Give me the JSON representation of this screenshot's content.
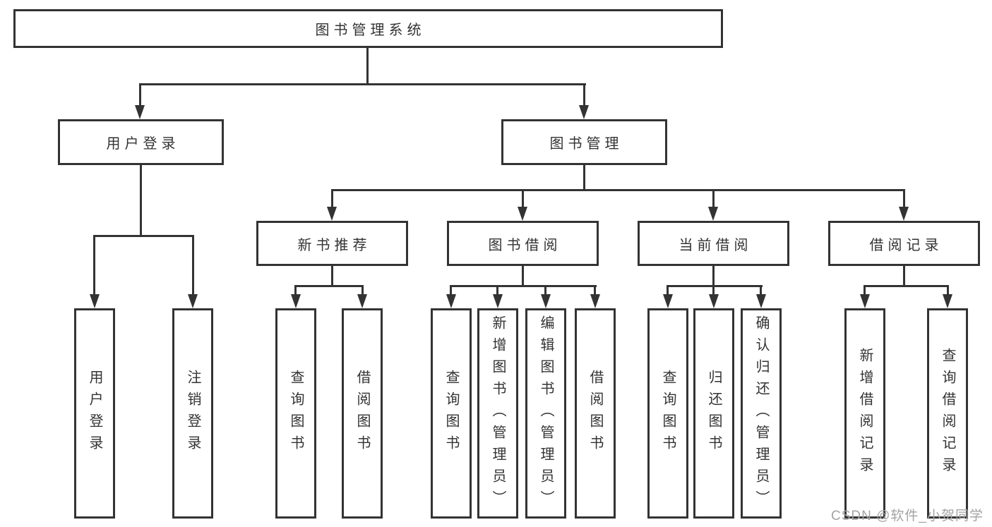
{
  "diagram": {
    "title": "图书管理系统",
    "level2": {
      "user_login": "用户登录",
      "book_mgmt": "图书管理"
    },
    "level3": {
      "new_book": "新书推荐",
      "book_borrow": "图书借阅",
      "current_borrow": "当前借阅",
      "borrow_record": "借阅记录"
    },
    "leaves": {
      "user_login_1": "用户登录",
      "user_login_2": "注销登录",
      "new_book_1": "查询图书",
      "new_book_2": "借阅图书",
      "book_borrow_1": "查询图书",
      "book_borrow_2": "新增图书（管理员）",
      "book_borrow_3": "编辑图书（管理员）",
      "book_borrow_4": "借阅图书",
      "current_borrow_1": "查询图书",
      "current_borrow_2": "归还图书",
      "current_borrow_3": "确认归还（管理员）",
      "borrow_record_1": "新增借阅记录",
      "borrow_record_2": "查询借阅记录"
    }
  },
  "watermark": "CSDN @软件_小贺同学",
  "colors": {
    "line": "#333333",
    "text": "#333333",
    "background": "#ffffff",
    "watermark": "#a3a3a3"
  }
}
